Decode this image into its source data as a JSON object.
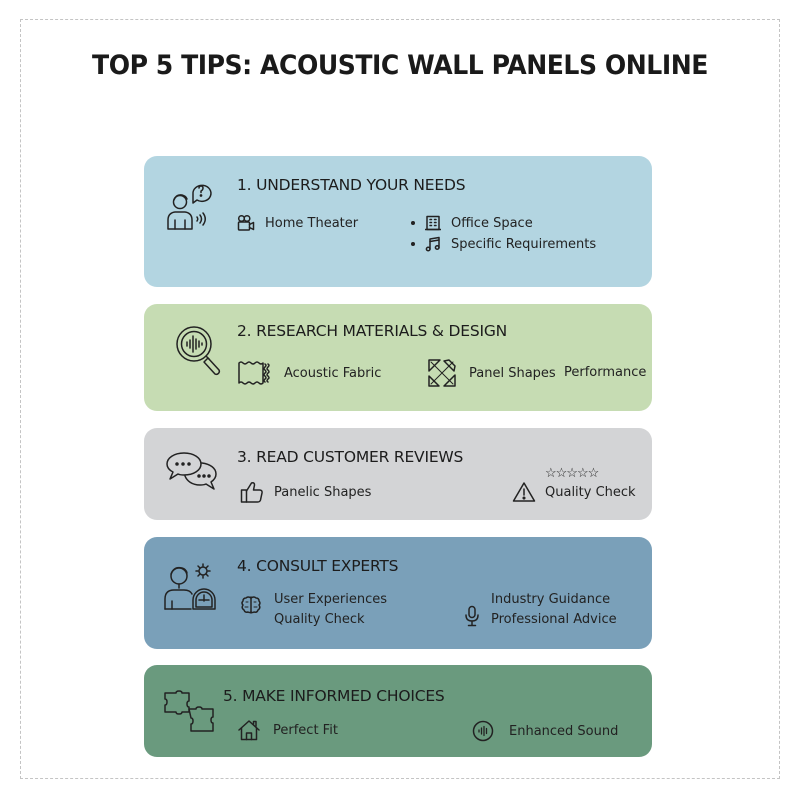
{
  "title": "TOP 5 TIPS: ACOUSTIC WALL PANELS ONLINE",
  "colors": {
    "card1": "#b3d5e1",
    "card2": "#c6dcb3",
    "card3": "#d3d4d6",
    "card4": "#7aa0b9",
    "card5": "#6a9a7e",
    "frame_border": "#c4c4c4",
    "text": "#1e1e1e"
  },
  "tips": [
    {
      "heading": "1. UNDERSTAND YOUR NEEDS",
      "main_icon": "person-question-sound-icon",
      "items": [
        {
          "icon": "film-camera-icon",
          "label": "Home Theater"
        },
        {
          "icon": "office-building-icon",
          "label": "Office Space"
        },
        {
          "icon": "music-note-icon",
          "label": "Specific Requirements"
        }
      ]
    },
    {
      "heading": "2. RESEARCH MATERIALS & DESIGN",
      "main_icon": "magnifier-soundwave-icon",
      "items": [
        {
          "icon": "fabric-swatch-icon",
          "label": "Acoustic Fabric"
        },
        {
          "icon": "panel-shapes-icon",
          "label": "Panel Shapes"
        },
        {
          "icon": "",
          "label": "Performance"
        }
      ]
    },
    {
      "heading": "3. READ CUSTOMER REVIEWS",
      "main_icon": "chat-bubbles-icon",
      "items": [
        {
          "icon": "thumbs-up-icon",
          "label": "Panelic Shapes"
        },
        {
          "icon": "warning-triangle-icon",
          "label": "Quality Check"
        }
      ],
      "rating_stars": "☆☆☆☆☆"
    },
    {
      "heading": "4. CONSULT EXPERTS",
      "main_icon": "expert-gear-gauge-icon",
      "items": [
        {
          "icon": "brain-icon",
          "label": "User Experiences"
        },
        {
          "icon": "",
          "label": "Quality Check"
        },
        {
          "icon": "",
          "label": "Industry Guidance"
        },
        {
          "icon": "microphone-icon",
          "label": "Professional Advice"
        }
      ]
    },
    {
      "heading": "5. MAKE INFORMED CHOICES",
      "main_icon": "puzzle-pieces-icon",
      "items": [
        {
          "icon": "house-icon",
          "label": "Perfect Fit"
        },
        {
          "icon": "sound-circle-icon",
          "label": "Enhanced Sound"
        }
      ]
    }
  ]
}
